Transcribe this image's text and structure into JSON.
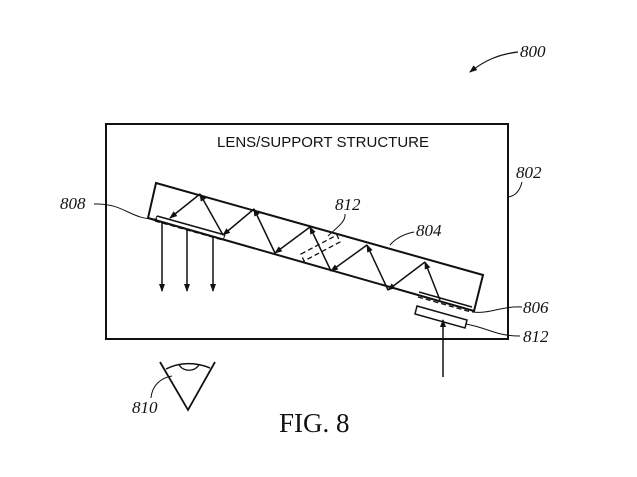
{
  "figure": {
    "caption": "FIG. 8",
    "reference_numeral": "800"
  },
  "structure": {
    "title": "LENS/SUPPORT STRUCTURE",
    "label": "802"
  },
  "labels": {
    "waveguide": "804",
    "input_coupler": "806",
    "output_coupler": "808",
    "eye": "810",
    "light_source": "812",
    "mid_element": "812"
  },
  "colors": {
    "ink": "#111111",
    "background": "#ffffff"
  }
}
